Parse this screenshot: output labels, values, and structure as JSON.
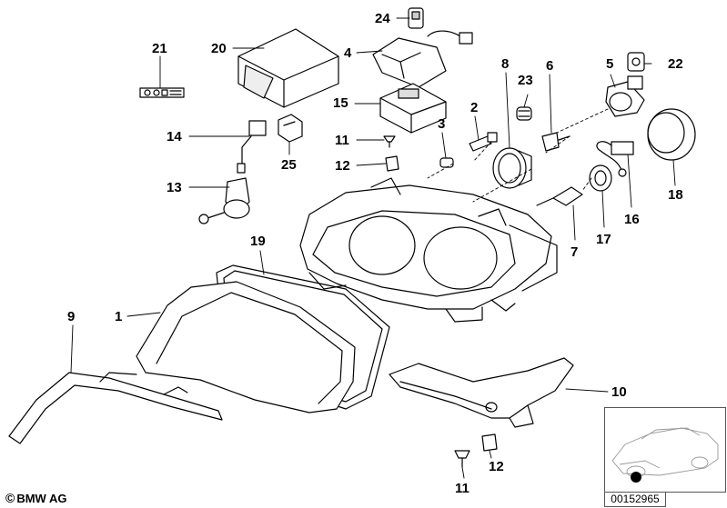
{
  "labels": {
    "p1": "1",
    "p2": "2",
    "p3": "3",
    "p4": "4",
    "p5": "5",
    "p6": "6",
    "p7": "7",
    "p8": "8",
    "p9": "9",
    "p10": "10",
    "p11a": "11",
    "p11b": "11",
    "p12a": "12",
    "p12b": "12",
    "p13": "13",
    "p14": "14",
    "p15": "15",
    "p16": "16",
    "p17": "17",
    "p18": "18",
    "p19": "19",
    "p20": "20",
    "p21": "21",
    "p22": "22",
    "p23": "23",
    "p24": "24",
    "p25": "25"
  },
  "footer": {
    "copyright_symbol": "©",
    "copyright_text": "BMW AG",
    "document_id": "00152965"
  }
}
